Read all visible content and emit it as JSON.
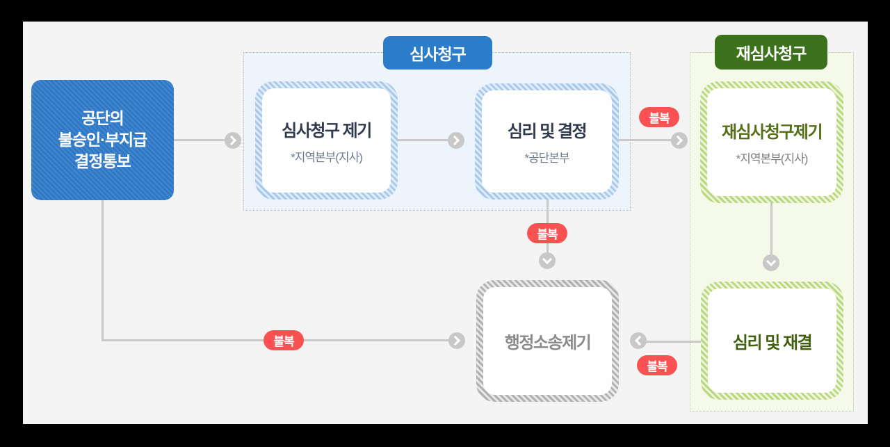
{
  "diagram": {
    "description": "appeal-process-flowchart"
  },
  "sections": {
    "review": {
      "label": "심사청구"
    },
    "reexam": {
      "label": "재심사청구"
    }
  },
  "nodes": {
    "decision": {
      "lines": [
        "공단의",
        "불승인·부지급",
        "결정통보"
      ]
    },
    "review_file": {
      "title": "심사청구 제기",
      "subtitle": "*지역본부(지사)"
    },
    "review_decide": {
      "title": "심리 및 결정",
      "subtitle": "*공단본부"
    },
    "reexam_file": {
      "title": "재심사청구제기",
      "subtitle": "*지역본부(지사)"
    },
    "reexam_decide": {
      "title": "심리 및 재결"
    },
    "lawsuit": {
      "title": "행정소송제기"
    }
  },
  "labels": {
    "appeal": "불복"
  },
  "colors": {
    "accent_blue": "#2b7dc9",
    "accent_green": "#3d721c",
    "node_blue_fill": "#3077c4",
    "appeal_red": "#f95252",
    "line_gray": "#c9c9c9",
    "section_blue_bg": "#edf4fb",
    "section_green_bg": "#f5f9ea",
    "canvas_bg": "#f4f4f4",
    "outer_bg": "#000000"
  }
}
